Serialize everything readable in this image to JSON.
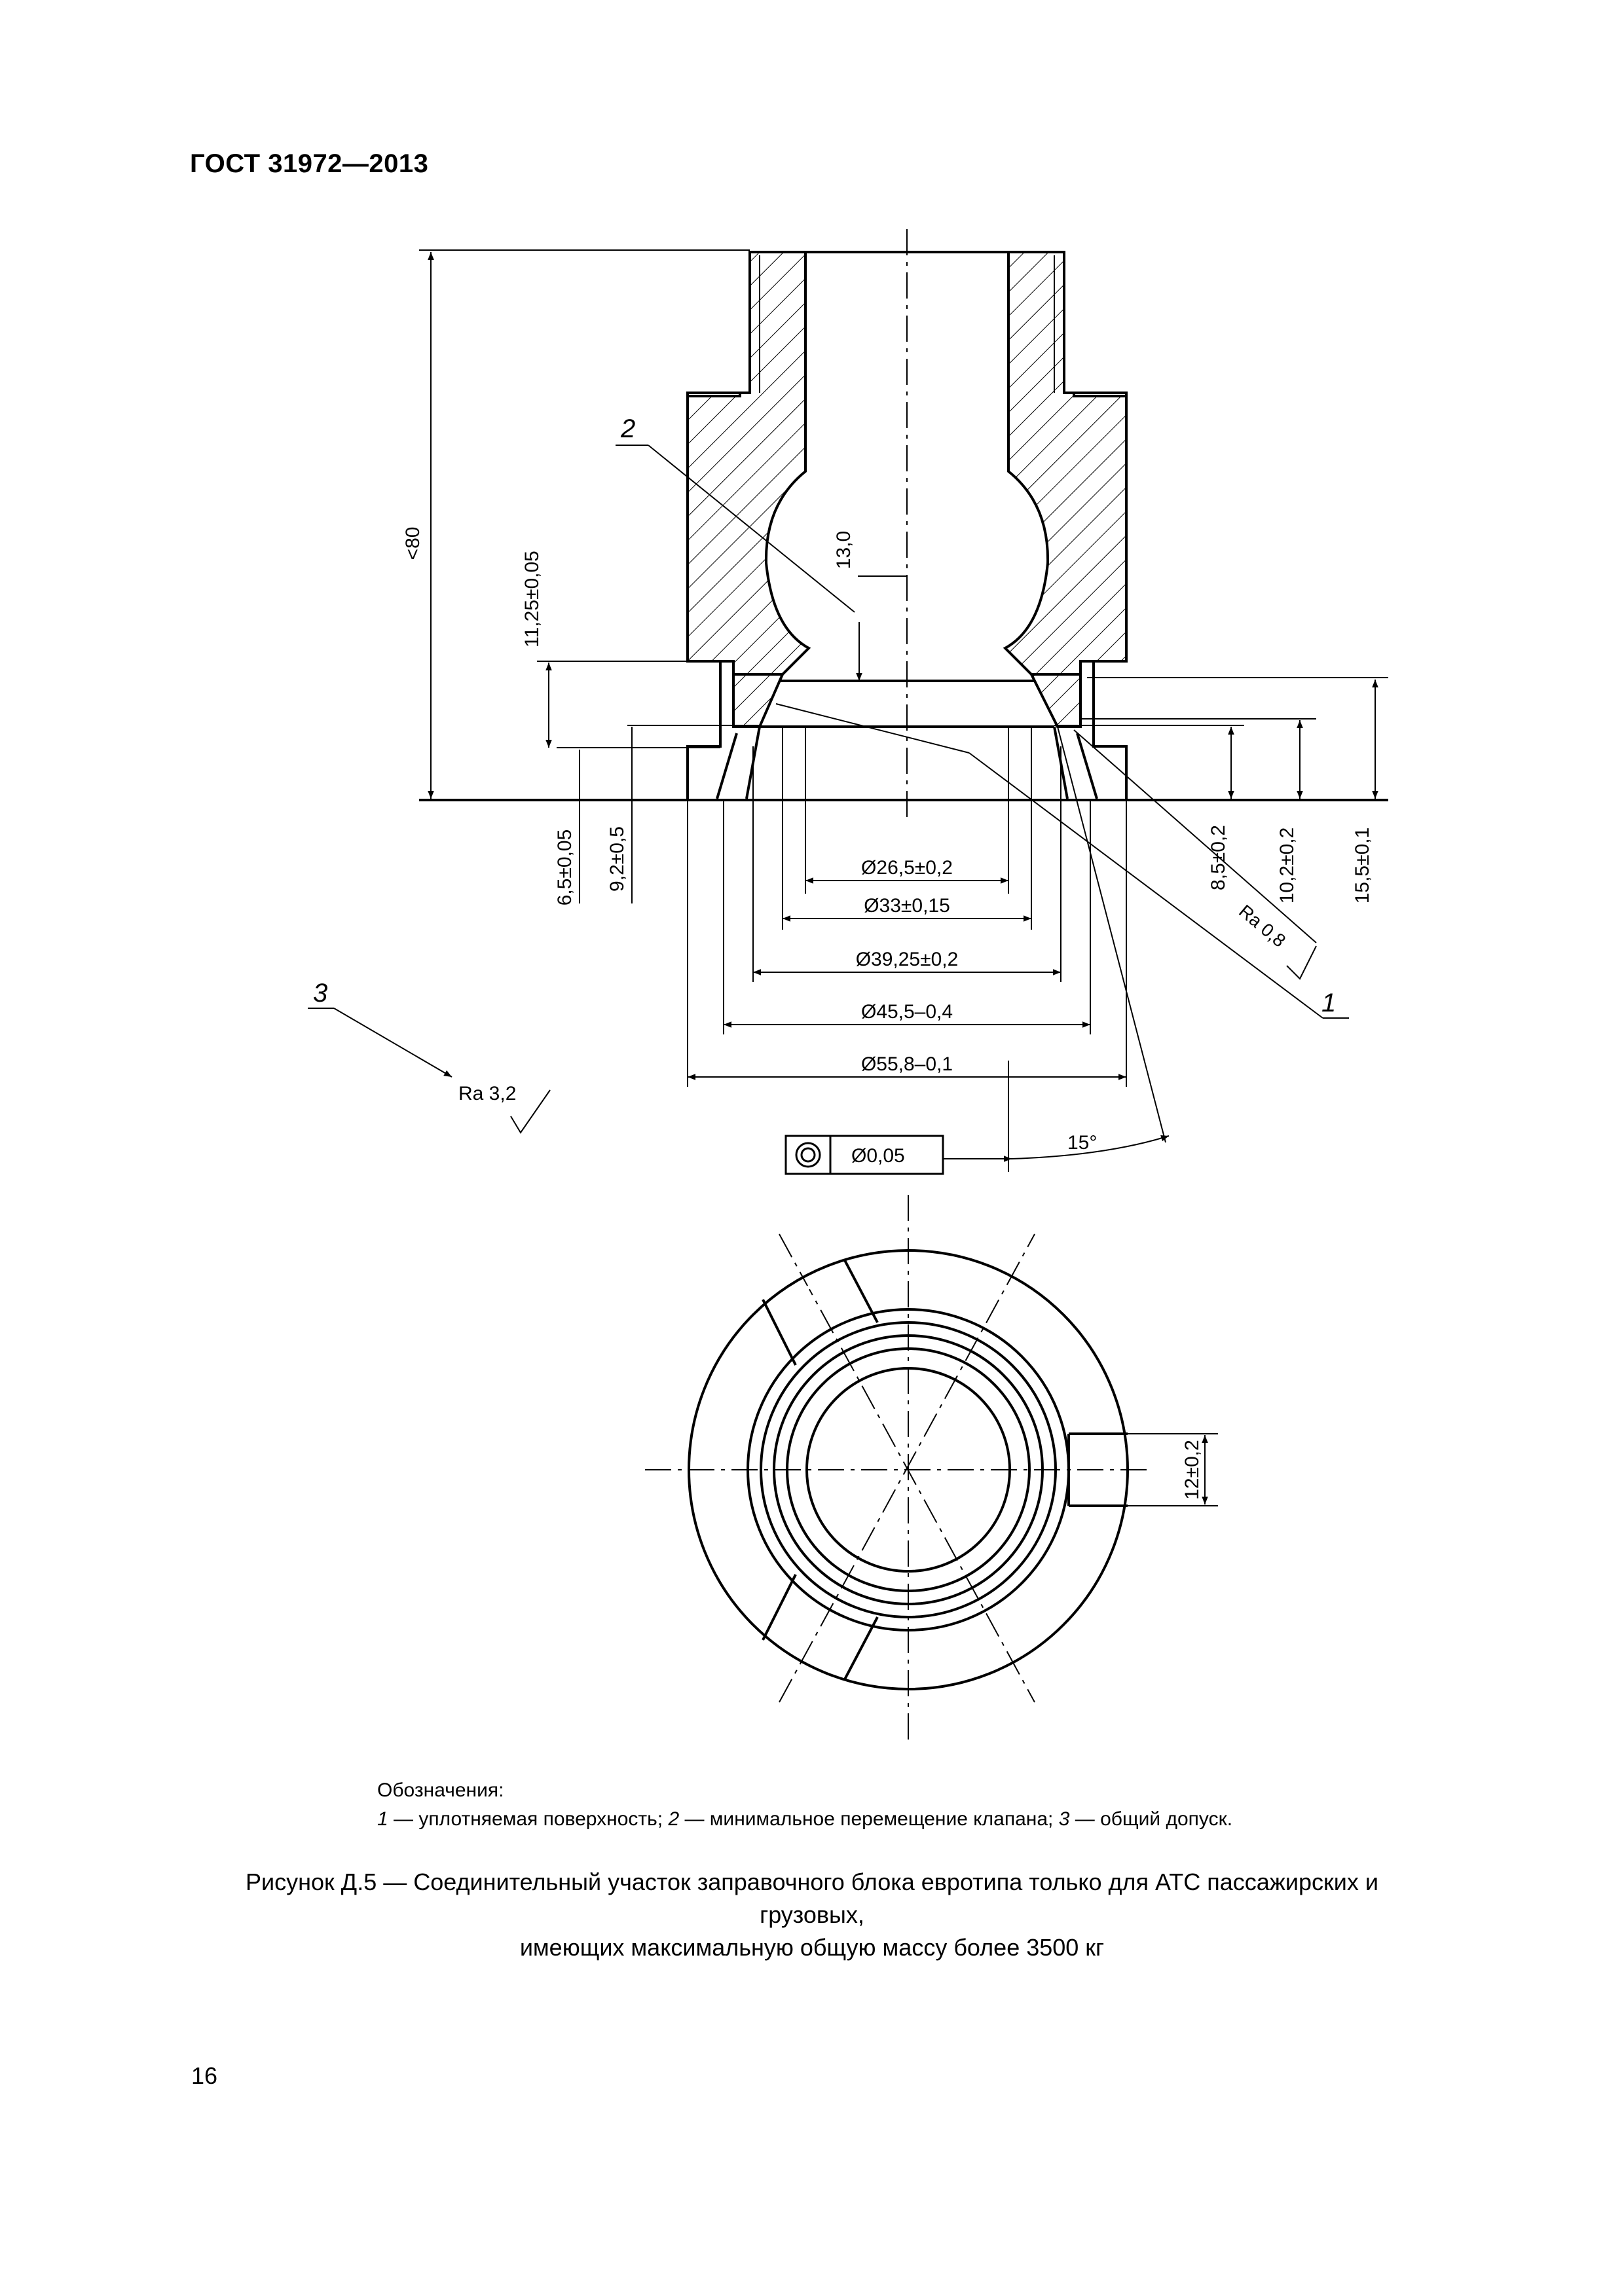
{
  "header": {
    "standard": "ГОСТ 31972—2013"
  },
  "drawing": {
    "dimensions": {
      "overall_height": "<80",
      "d_11_25": "11,25±0,05",
      "d_13": "13,0",
      "d_6_5": "6,5±0,05",
      "d_9_2": "9,2±0,5",
      "d_8_5": "8,5±0,2",
      "d_10_2": "10,2±0,2",
      "d_15_5": "15,5±0,1",
      "dia_26_5": "Ø26,5±0,2",
      "dia_33": "Ø33±0,15",
      "dia_39_25": "Ø39,25±0,2",
      "dia_45_5": "Ø45,5–0,4",
      "dia_55_8": "Ø55,8–0,1",
      "slot_12": "12±0,2",
      "angle_15": "15°"
    },
    "roughness": {
      "seal": "Ra 0,8",
      "general": "Ra 3,2"
    },
    "tolerance_frame": {
      "value": "Ø0,05",
      "symbol": "concentricity-icon"
    },
    "callouts": [
      "1",
      "2",
      "3"
    ]
  },
  "notes": {
    "title": "Обозначения:",
    "item1_num": "1",
    "item1_text": " — уплотняемая поверхность; ",
    "item2_num": "2",
    "item2_text": " — минимальное перемещение клапана; ",
    "item3_num": "3",
    "item3_text": " — общий допуск."
  },
  "caption": {
    "line1": "Рисунок Д.5 — Соединительный участок заправочного блока евротипа только для АТС пассажирских и грузовых,",
    "line2": "имеющих максимальную общую массу более 3500 кг"
  },
  "page_number": "16"
}
